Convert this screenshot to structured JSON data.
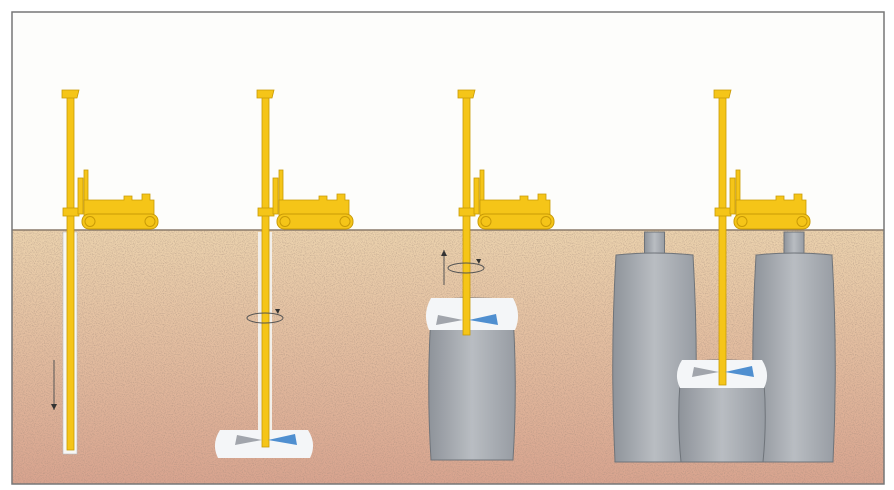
{
  "colors": {
    "sky": "#fdfdfb",
    "soil_top": "#ecd3ae",
    "soil_bottom": "#d9a48f",
    "rig_yellow": "#f5c518",
    "rig_outline": "#c99a06",
    "column_gray": "#a9adb3",
    "grout_white": "#f4f6f8",
    "jet_blue": "#4f8fd0",
    "frame": "#777777"
  },
  "stages": [
    {
      "step": 1,
      "action": "drilling",
      "arrow": "down"
    },
    {
      "step": 2,
      "action": "jetting-start",
      "arrow": "rotate"
    },
    {
      "step": 3,
      "action": "lifting-rotating",
      "arrow": "up-rotate"
    },
    {
      "step": 4,
      "action": "adjacent-column",
      "arrow": "none"
    }
  ]
}
